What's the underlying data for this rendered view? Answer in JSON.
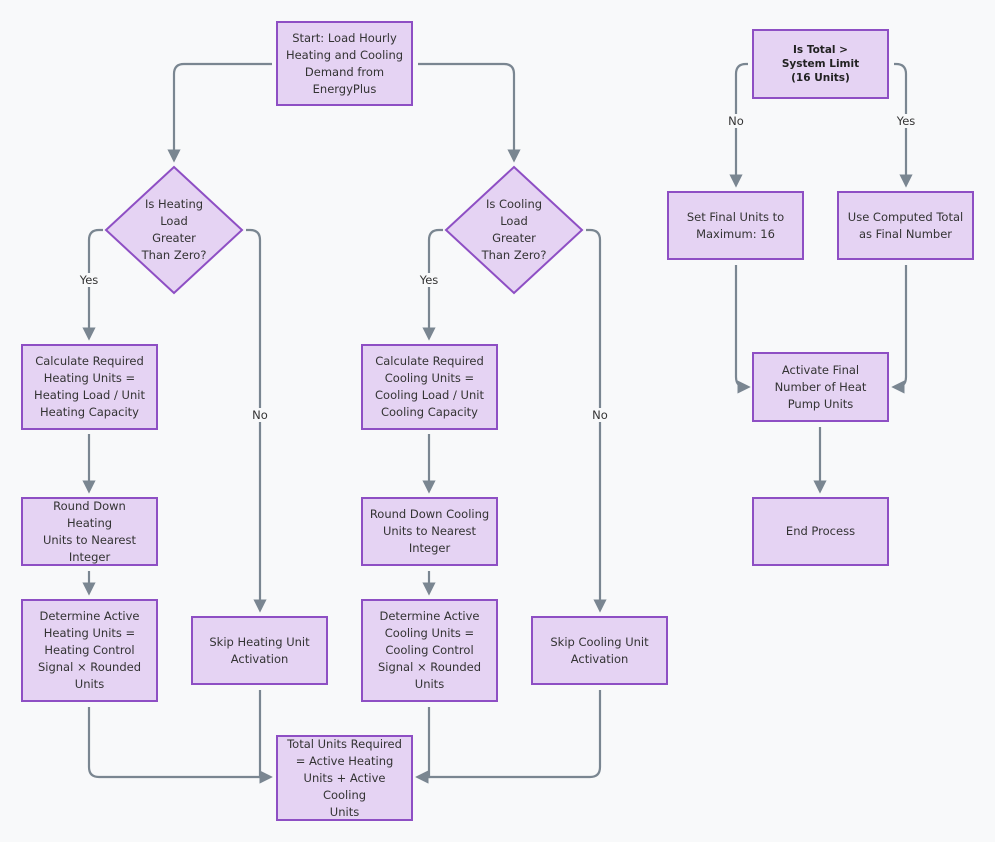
{
  "nodes": {
    "start": "Start: Load Hourly\nHeating and Cooling\nDemand from\nEnergyPlus",
    "heat_decision": "Is Heating\nLoad\nGreater\nThan Zero?",
    "cool_decision": "Is Cooling\nLoad\nGreater\nThan Zero?",
    "calc_heat": "Calculate Required\nHeating Units =\nHeating Load / Unit\nHeating Capacity",
    "calc_cool": "Calculate Required\nCooling Units =\nCooling Load / Unit\nCooling Capacity",
    "round_heat": "Round Down Heating\nUnits to Nearest\nInteger",
    "round_cool": "Round Down Cooling\nUnits to Nearest\nInteger",
    "active_heat": "Determine Active\nHeating Units =\nHeating Control\nSignal × Rounded\nUnits",
    "active_cool": "Determine Active\nCooling Units =\nCooling Control\nSignal × Rounded\nUnits",
    "skip_heat": "Skip Heating Unit\nActivation",
    "skip_cool": "Skip Cooling Unit\nActivation",
    "total": "Total Units Required\n= Active Heating\nUnits + Active Cooling\nUnits",
    "limit_decision": "Is Total >\nSystem Limit\n(16 Units)",
    "set_max": "Set Final Units to\nMaximum: 16",
    "use_total": "Use Computed Total\nas Final Number",
    "activate": "Activate Final\nNumber of Heat\nPump Units",
    "end": "End Process"
  },
  "edge_labels": {
    "heat_yes": "Yes",
    "heat_no": "No",
    "cool_yes": "Yes",
    "cool_no": "No",
    "limit_no": "No",
    "limit_yes": "Yes"
  },
  "colors": {
    "node_fill": "#e5d3f3",
    "node_border": "#8e4fc4",
    "edge": "#7a8691",
    "background": "#f8f9fa"
  }
}
